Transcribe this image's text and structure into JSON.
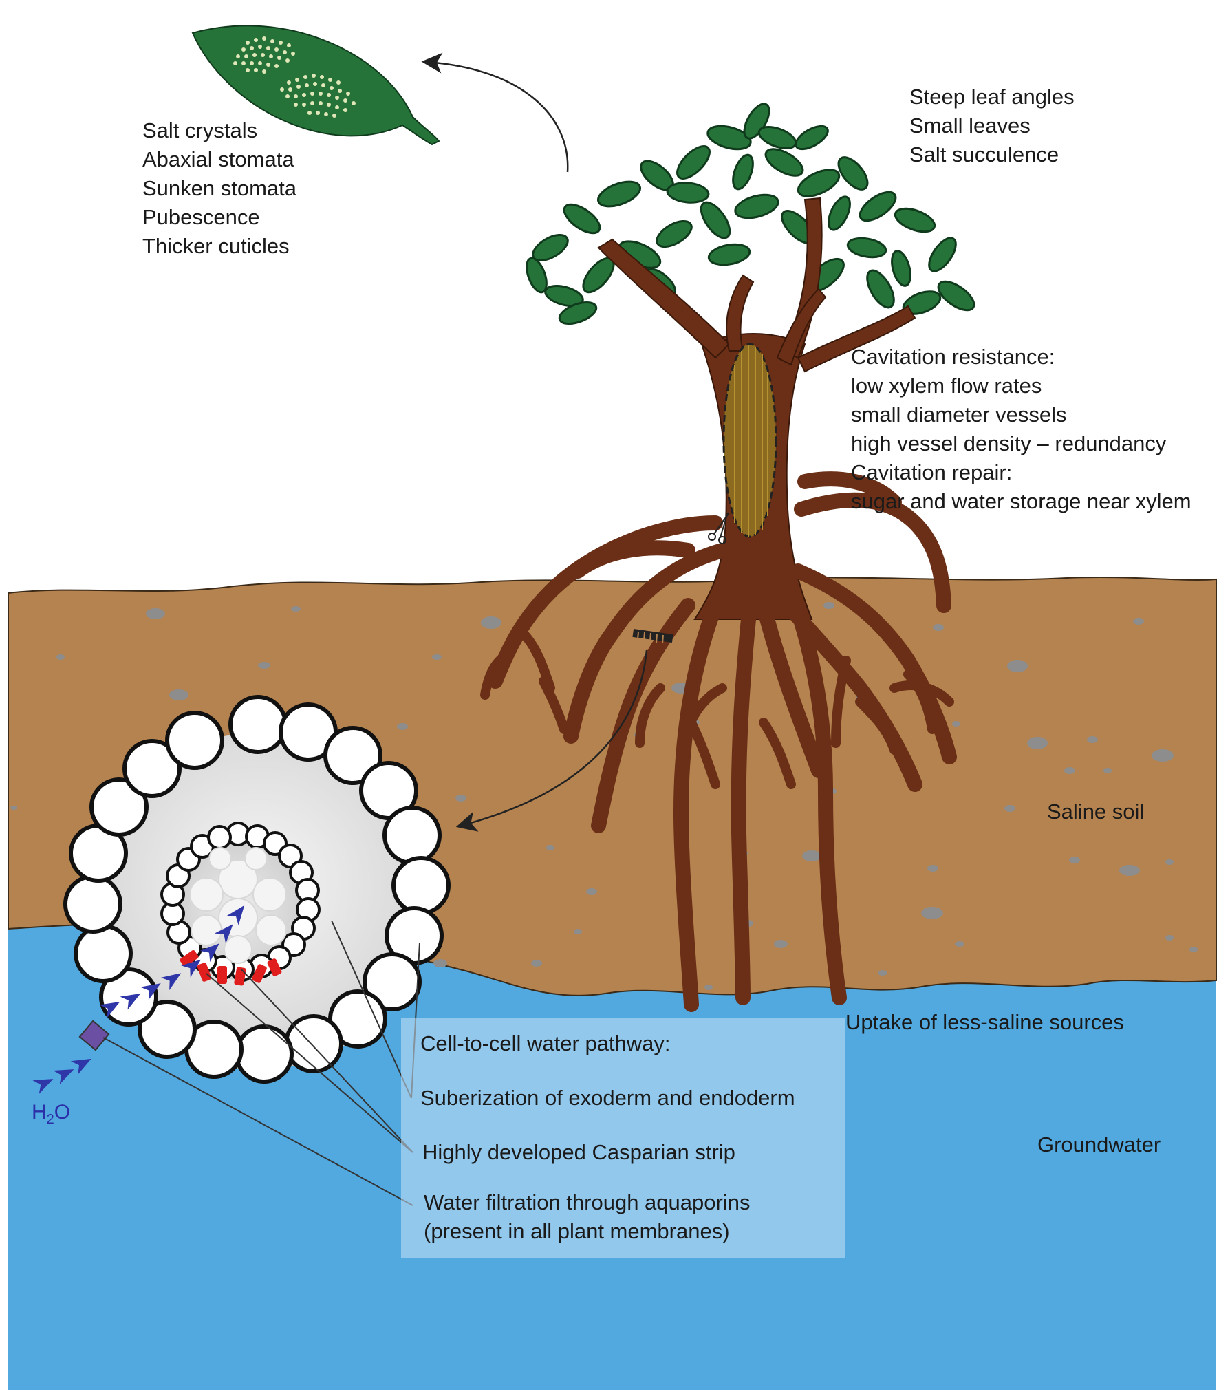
{
  "leaf_traits": [
    "Salt crystals",
    "Abaxial stomata",
    "Sunken stomata",
    "Pubescence",
    "Thicker cuticles"
  ],
  "canopy_traits": [
    "Steep leaf angles",
    "Small leaves",
    "Salt succulence"
  ],
  "xylem_traits": [
    "Cavitation resistance:",
    "low xylem flow rates",
    "small diameter vessels",
    "high vessel density – redundancy",
    "Cavitation repair:",
    "sugar and water storage near xylem"
  ],
  "saline_soil_label": "Saline soil",
  "uptake_label": "Uptake of less-saline sources",
  "groundwater_label": "Groundwater",
  "water_label": {
    "base": "H",
    "sub": "2",
    "rest": "O"
  },
  "root_box": {
    "title": "Cell-to-cell water pathway:",
    "items": [
      "Suberization of exoderm and endoderm",
      "Highly developed Casparian strip"
    ],
    "aquaporin_lines": [
      "Water filtration through aquaporins",
      "(present in all plant membranes)"
    ]
  },
  "colors": {
    "soil": "#b5834f",
    "groundwater": "#51a9e0",
    "bark": "#6a2f16",
    "foliage": "#26733a",
    "casparian": "#e01e1e",
    "water_arrow": "#2f36a8"
  }
}
